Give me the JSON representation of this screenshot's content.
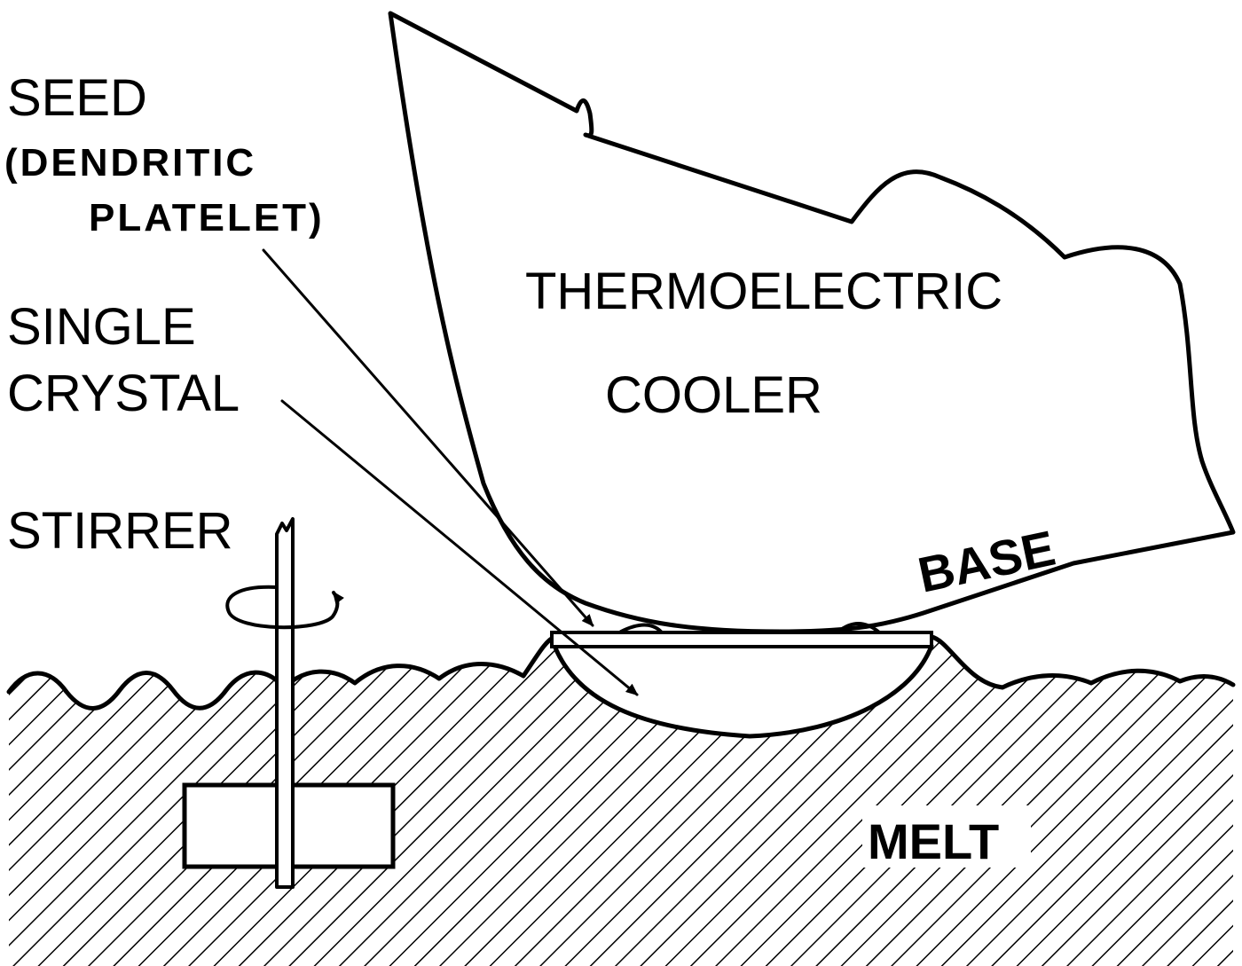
{
  "labels": {
    "seed": "SEED",
    "seed_detail_1": "(DENDRITIC",
    "seed_detail_2": "PLATELET)",
    "single": "SINGLE",
    "crystal": "CRYSTAL",
    "stirrer": "STIRRER",
    "cooler_1": "THERMOELECTRIC",
    "cooler_2": "COOLER",
    "base": "BASE",
    "melt": "MELT"
  },
  "colors": {
    "ink": "#000000",
    "paper": "#ffffff"
  }
}
